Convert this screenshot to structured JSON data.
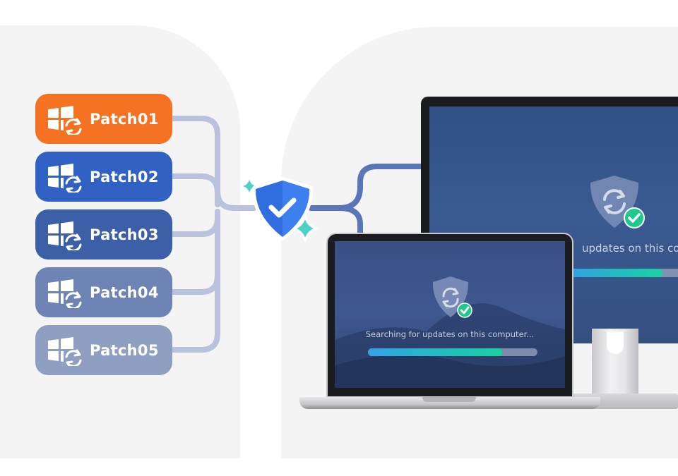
{
  "patches": [
    {
      "label": "Patch01",
      "color": "#f47221"
    },
    {
      "label": "Patch02",
      "color": "#3161c2"
    },
    {
      "label": "Patch03",
      "color": "#3d5fa8"
    },
    {
      "label": "Patch04",
      "color": "#6d84b5"
    },
    {
      "label": "Patch05",
      "color": "#8e9fc2"
    }
  ],
  "colors": {
    "panel_background": "#f4f4f4",
    "connector_light": "#b9c3dd",
    "connector_dark": "#5b76b8",
    "shield_blue": "#2f6de0",
    "sparkle_teal": "#4fd1c5",
    "check_green": "#1fc98e"
  },
  "icons": {
    "patch_icon": "windows-update-icon",
    "center_badge": "shield-check-icon",
    "screen_badge": "shield-sync-icon"
  },
  "monitor": {
    "status_text": "updates on this con",
    "progress": 0.72
  },
  "laptop": {
    "status_text": "Searching for updates on this computer...",
    "progress": 0.79
  }
}
